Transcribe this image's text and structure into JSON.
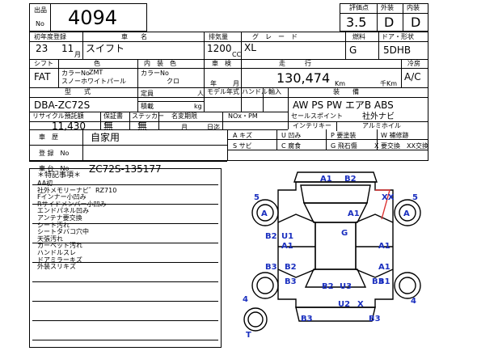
{
  "lot": {
    "label_top": "出品",
    "label_bottom": "No",
    "number": "4094"
  },
  "grade": {
    "score_label": "評価点",
    "score": "3.5",
    "exterior_label": "外装",
    "exterior": "D",
    "interior_label": "内装",
    "interior": "D"
  },
  "row1": {
    "first_reg_label": "初年度登録",
    "car_name_label": "車　　名",
    "displacement_label": "排気量",
    "grade_label": "グ　レ　ー　ド",
    "fuel_label": "燃料",
    "door_label": "ドア・形状",
    "year": "23",
    "month": "11",
    "month_unit": "月",
    "car_name": "スイフト",
    "displacement": "1200",
    "cc": "CC",
    "grade": "XL",
    "fuel": "G",
    "door": "5DHB"
  },
  "row2": {
    "shift_label": "シフト",
    "color_label": "色",
    "interior_color_label": "内　装　色",
    "inspection_label": "車　検",
    "mileage_label": "走　　　行",
    "ac_label": "冷房",
    "shift": "FAT",
    "color_no_label": "カラーNo",
    "color_no": "ZMT",
    "color_name": "スノーホワイトパール",
    "int_color_no_label": "カラーNo",
    "int_color": "クロ",
    "year_unit": "年",
    "month_unit": "月",
    "mileage": "130,474",
    "km": "Km",
    "thousand_km": "千Km",
    "ac": "A/C"
  },
  "row3": {
    "type_label": "型　　式",
    "capacity_label": "定員",
    "person_unit": "人",
    "model_year_label": "モデル年式",
    "handle_label": "ハンドル",
    "import_label": "輸入",
    "equipment_label": "装　　備",
    "model_code": "DBA-ZC72S",
    "load_label": "積載",
    "kg": "kg",
    "equipment": "AW PS PW エアB ABS"
  },
  "row4": {
    "recycle_label": "リサイクル預託額",
    "warranty_label": "保証書",
    "sticker_label": "ステッカー",
    "name_change_label": "名変期限",
    "nox_label": "NOx・PM",
    "sales_point_label": "セールスポイント",
    "recycle": "11,430",
    "warranty": "無",
    "sticker": "無",
    "month_unit": "月",
    "day_unit": "日迄",
    "sales_1": "インテリキー",
    "sales_2": "社外ナビ",
    "sales_3": "アルミホイル"
  },
  "history": {
    "label": "車　歴",
    "value": "自家用",
    "reg_label": "登 録　No",
    "chassis_label": "車 台　No",
    "chassis": "ZC72S-135177"
  },
  "legend": [
    {
      "code": "A",
      "meaning": "キズ"
    },
    {
      "code": "U",
      "meaning": "凹み"
    },
    {
      "code": "P",
      "meaning": "要塗装"
    },
    {
      "code": "W",
      "meaning": "補修跡"
    },
    {
      "code": "S",
      "meaning": "サビ"
    },
    {
      "code": "C",
      "meaning": "腐食"
    },
    {
      "code": "G",
      "meaning": "飛石傷"
    },
    {
      "code": "X",
      "meaning": "要交換"
    },
    {
      "code": "XX",
      "meaning": "交換"
    }
  ],
  "notes": {
    "title": "＊特記事項＊",
    "lines": [
      "AA初",
      "社外メモリーナビ゛RZ710",
      "Fインナー小凹み",
      "Rサイドメンバー小凹み",
      "エンドパネル凹み",
      "アンテナ要交換",
      "シート汚れ",
      "シートタバコ穴中",
      "天張汚れ",
      "カーペット汚れ",
      "ハンドルスレ",
      "ドアミラーキズ",
      "外装スリキズ"
    ]
  },
  "damage_marks": [
    "A1",
    "B2",
    "5",
    "XX",
    "5",
    "A",
    "A1",
    "A",
    "G",
    "B2",
    "U1",
    "A1",
    "A1",
    "B3",
    "B2",
    "A1",
    "B3",
    "B3",
    "B2",
    "U3",
    "B1",
    "4",
    "U2",
    "X",
    "4",
    "B3",
    "B3",
    "T"
  ]
}
